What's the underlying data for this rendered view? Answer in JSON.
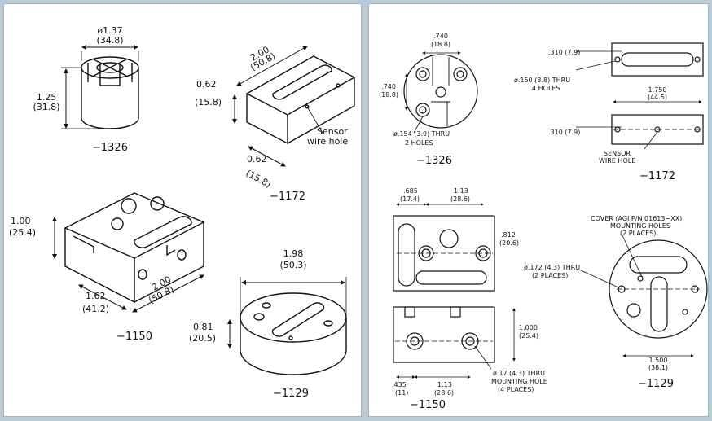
{
  "left_panel": {
    "p1326": {
      "dia": "ø1.37",
      "dia_mm": "(34.8)",
      "h": "1.25",
      "h_mm": "(31.8)",
      "label": "−1326"
    },
    "p1172": {
      "len": "2.00",
      "len_mm": "(50.8)",
      "h": "0.62",
      "h_mm": "(15.8)",
      "w": "0.62",
      "w_mm": "(15.8)",
      "note1": "Sensor",
      "note2": "wire hole",
      "label": "−1172"
    },
    "p1150": {
      "h": "1.00",
      "h_mm": "(25.4)",
      "w": "1.62",
      "w_mm": "(41.2)",
      "len": "2.00",
      "len_mm": "(50.8)",
      "label": "−1150"
    },
    "p1129": {
      "dia": "1.98",
      "dia_mm": "(50.3)",
      "h": "0.81",
      "h_mm": "(20.5)",
      "label": "−1129"
    }
  },
  "right_panel": {
    "p1326": {
      "d1": ".740",
      "d1_mm": "(18.8)",
      "d2": ".740",
      "d2_mm": "(18.8)",
      "hole1": "ø.154 (3.9) THRU",
      "hole2": "2 HOLES",
      "label": "−1326"
    },
    "p1172": {
      "t1": ".310 (7.9)",
      "hole1": "ø.150 (3.8) THRU",
      "hole2": "4 HOLES",
      "span": "1.750",
      "span_mm": "(44.5)",
      "t2": ".310 (7.9)",
      "sensor1": "SENSOR",
      "sensor2": "WIRE HOLE",
      "label": "−1172"
    },
    "p1150": {
      "a": ".685",
      "a_mm": "(17.4)",
      "b": "1.13",
      "b_mm": "(28.6)",
      "c": ".812",
      "c_mm": "(20.6)",
      "d": "1.000",
      "d_mm": "(25.4)",
      "e": ".435",
      "e_mm": "(11)",
      "f": "1.13",
      "f_mm": "(28.6)",
      "hole1": "ø.17 (4.3) THRU",
      "hole2": "MOUNTING HOLE",
      "hole3": "(4 PLACES)",
      "label": "−1150"
    },
    "p1129": {
      "cover1": "COVER (AGI P/N 01613−XX)",
      "cover2": "MOUNTING HOLES",
      "cover3": "(2 PLACES)",
      "hole1": "ø.172 (4.3) THRU",
      "hole2": "(2 PLACES)",
      "dia": "1.500",
      "dia_mm": "(38.1)",
      "label": "−1129"
    }
  }
}
